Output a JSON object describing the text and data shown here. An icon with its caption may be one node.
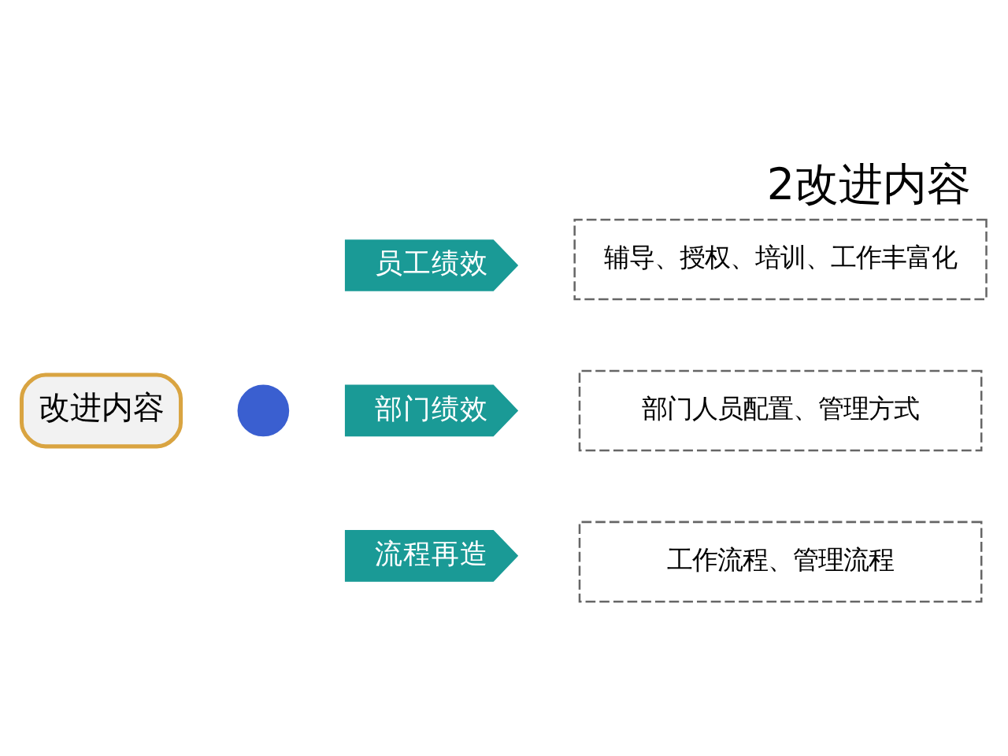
{
  "diagram": {
    "title": "2改进内容",
    "nodes": [
      {
        "text": [
          "改进内容"
        ]
      },
      {
        "text": [],
        "shape": "circle"
      },
      {
        "text": [
          "员工绩效"
        ]
      },
      {
        "text": [
          "辅导、授权、培训、工作丰富化"
        ]
      },
      {
        "text": [
          "部门绩效"
        ]
      },
      {
        "text": [
          "部门人员配置、管理方式"
        ]
      },
      {
        "text": [
          "流程再造"
        ]
      },
      {
        "text": [
          "工作流程、管理流程"
        ]
      }
    ]
  }
}
